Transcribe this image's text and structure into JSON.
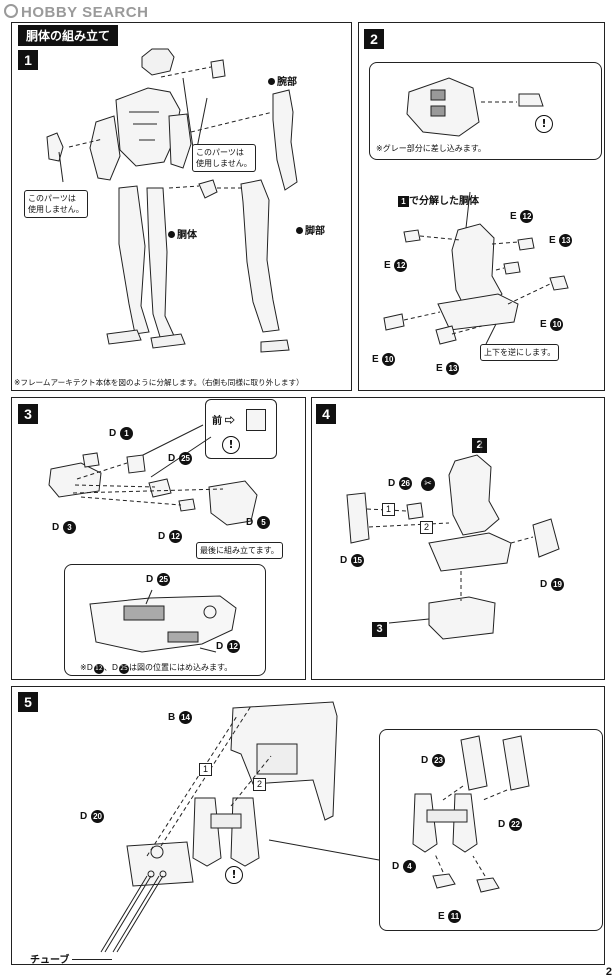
{
  "watermark": "HOBBY SEARCH",
  "page_number": "2",
  "section_title": "胴体の組み立て",
  "step1": {
    "num": "1",
    "arm_label": "腕部",
    "leg_label": "脚部",
    "torso_label": "胴体",
    "callout_left": "このパーツは\n使用しません。",
    "callout_center": "このパーツは\n使用しません。",
    "footnote": "※フレームアーキテクト本体を図のように分解します。（右側も同様に取り外します）"
  },
  "step2": {
    "num": "2",
    "gray_note": "※グレー部分に差し込みます。",
    "torso_from": "で分解した胴体",
    "torso_from_step": "1",
    "flip_note": "上下を逆にします。",
    "parts": [
      {
        "letter": "E",
        "num": "12"
      },
      {
        "letter": "E",
        "num": "13"
      },
      {
        "letter": "E",
        "num": "12"
      },
      {
        "letter": "E",
        "num": "10"
      },
      {
        "letter": "E",
        "num": "10"
      },
      {
        "letter": "E",
        "num": "13"
      }
    ]
  },
  "step3": {
    "num": "3",
    "front_label": "前",
    "parts": [
      {
        "letter": "D",
        "num": "1"
      },
      {
        "letter": "D",
        "num": "25"
      },
      {
        "letter": "D",
        "num": "3"
      },
      {
        "letter": "D",
        "num": "12"
      },
      {
        "letter": "D",
        "num": "5"
      }
    ],
    "final_note": "最後に組み立てます。",
    "detail_note_prefix": "※D",
    "detail_note_mid": "、D",
    "detail_note_suffix": "は図の位置にはめ込みます。"
  },
  "step4": {
    "num": "4",
    "parts": [
      {
        "letter": "D",
        "num": "26"
      },
      {
        "letter": "D",
        "num": "15"
      },
      {
        "letter": "D",
        "num": "19"
      }
    ],
    "ref_top": "2",
    "ref_bottom": "3",
    "order1": "1",
    "order2": "2"
  },
  "step5": {
    "num": "5",
    "parts": [
      {
        "letter": "B",
        "num": "14"
      },
      {
        "letter": "D",
        "num": "20"
      },
      {
        "letter": "D",
        "num": "23"
      },
      {
        "letter": "D",
        "num": "22"
      },
      {
        "letter": "D",
        "num": "4"
      },
      {
        "letter": "E",
        "num": "11"
      }
    ],
    "order1": "1",
    "order2": "2",
    "tube_label": "チューブ"
  }
}
